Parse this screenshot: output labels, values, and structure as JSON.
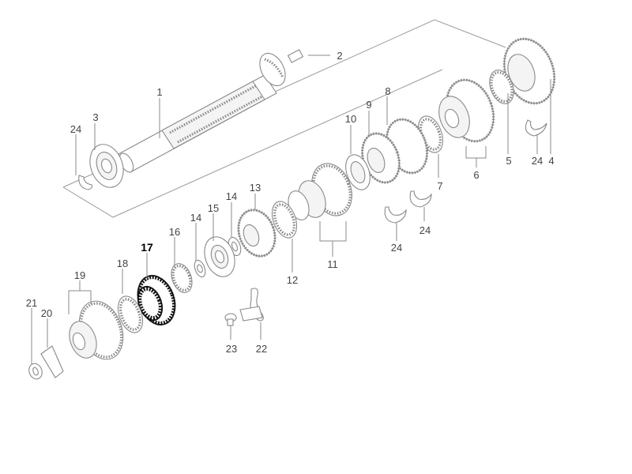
{
  "diagram": {
    "highlighted_part": "17",
    "parts": [
      {
        "id": "p1",
        "label": "1"
      },
      {
        "id": "p2",
        "label": "2"
      },
      {
        "id": "p3",
        "label": "3"
      },
      {
        "id": "p4",
        "label": "4"
      },
      {
        "id": "p5",
        "label": "5"
      },
      {
        "id": "p6",
        "label": "6"
      },
      {
        "id": "p7",
        "label": "7"
      },
      {
        "id": "p8",
        "label": "8"
      },
      {
        "id": "p9",
        "label": "9"
      },
      {
        "id": "p10",
        "label": "10"
      },
      {
        "id": "p11",
        "label": "11"
      },
      {
        "id": "p12",
        "label": "12"
      },
      {
        "id": "p13",
        "label": "13"
      },
      {
        "id": "p14a",
        "label": "14"
      },
      {
        "id": "p14b",
        "label": "14"
      },
      {
        "id": "p15",
        "label": "15"
      },
      {
        "id": "p16",
        "label": "16"
      },
      {
        "id": "p17",
        "label": "17"
      },
      {
        "id": "p18",
        "label": "18"
      },
      {
        "id": "p19",
        "label": "19"
      },
      {
        "id": "p20",
        "label": "20"
      },
      {
        "id": "p21",
        "label": "21"
      },
      {
        "id": "p22",
        "label": "22"
      },
      {
        "id": "p23",
        "label": "23"
      },
      {
        "id": "p24a",
        "label": "24"
      },
      {
        "id": "p24b",
        "label": "24"
      },
      {
        "id": "p24c",
        "label": "24"
      },
      {
        "id": "p24d",
        "label": "24"
      }
    ]
  }
}
